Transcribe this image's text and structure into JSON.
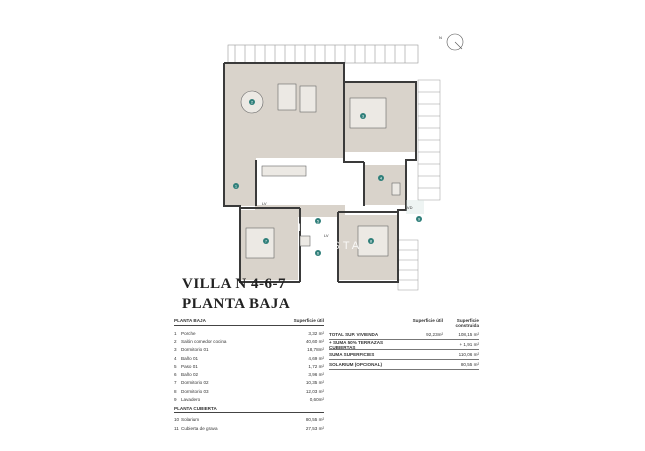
{
  "title": {
    "line1": "VILLA N 4-6-7",
    "line2": "PLANTA BAJA"
  },
  "plan": {
    "north": "N",
    "labels": {
      "lv1": "LV",
      "lv2": "LV",
      "lvd": "LVD"
    },
    "watermark": {
      "line1": "IMMO",
      "line2": "COSTA"
    }
  },
  "left_table": {
    "section1": "PLANTA BAJA",
    "col_header": "Superficie útil",
    "rows": [
      {
        "n": "1",
        "name": "Porche",
        "val": "3,32 m²"
      },
      {
        "n": "2",
        "name": "Salón comedor cocina",
        "val": "40,60 m²"
      },
      {
        "n": "3",
        "name": "Dormitorio 01",
        "val": "18,78m²"
      },
      {
        "n": "4",
        "name": "Baño 01",
        "val": "4,69 m²"
      },
      {
        "n": "5",
        "name": "Paso 01",
        "val": "1,72 m²"
      },
      {
        "n": "6",
        "name": "Baño 02",
        "val": "3,96 m²"
      },
      {
        "n": "7",
        "name": "Dormitorio 02",
        "val": "10,35 m²"
      },
      {
        "n": "8",
        "name": "Dormitorio 03",
        "val": "12,03 m²"
      },
      {
        "n": "9",
        "name": "Lavadero",
        "val": "0,60m²"
      }
    ],
    "section2": "PLANTA CUBIERTA",
    "rows2": [
      {
        "n": "10",
        "name": "Solarium",
        "val": "80,55 m²"
      },
      {
        "n": "11",
        "name": "Cubierta de grava",
        "val": "27,53 m²"
      }
    ]
  },
  "right_table": {
    "h_a": "Superficie útil",
    "h_b": "Superficie construida",
    "rows": [
      {
        "name": "TOTAL SUP. VIVIENDA",
        "a": "92,23m²",
        "b": "108,15 m²"
      },
      {
        "name": "+ SUMA 50% TERRAZAS CUBIERTAS",
        "a": "",
        "b": "+ 1,91 m²"
      },
      {
        "name": "SUMA SUPERFICIES",
        "a": "",
        "b": "110,06 m²"
      },
      {
        "name": "SOLARIUM (OPCIONAL)",
        "a": "",
        "b": "80,55 m²"
      }
    ]
  },
  "room_markers": [
    "1",
    "2",
    "3",
    "4",
    "5",
    "6",
    "7",
    "8",
    "9"
  ],
  "colors": {
    "floor": "#d9d3cb",
    "marker": "#2f7f7a",
    "wall": "#3a3a3a",
    "terrace": "#cfe0de"
  }
}
